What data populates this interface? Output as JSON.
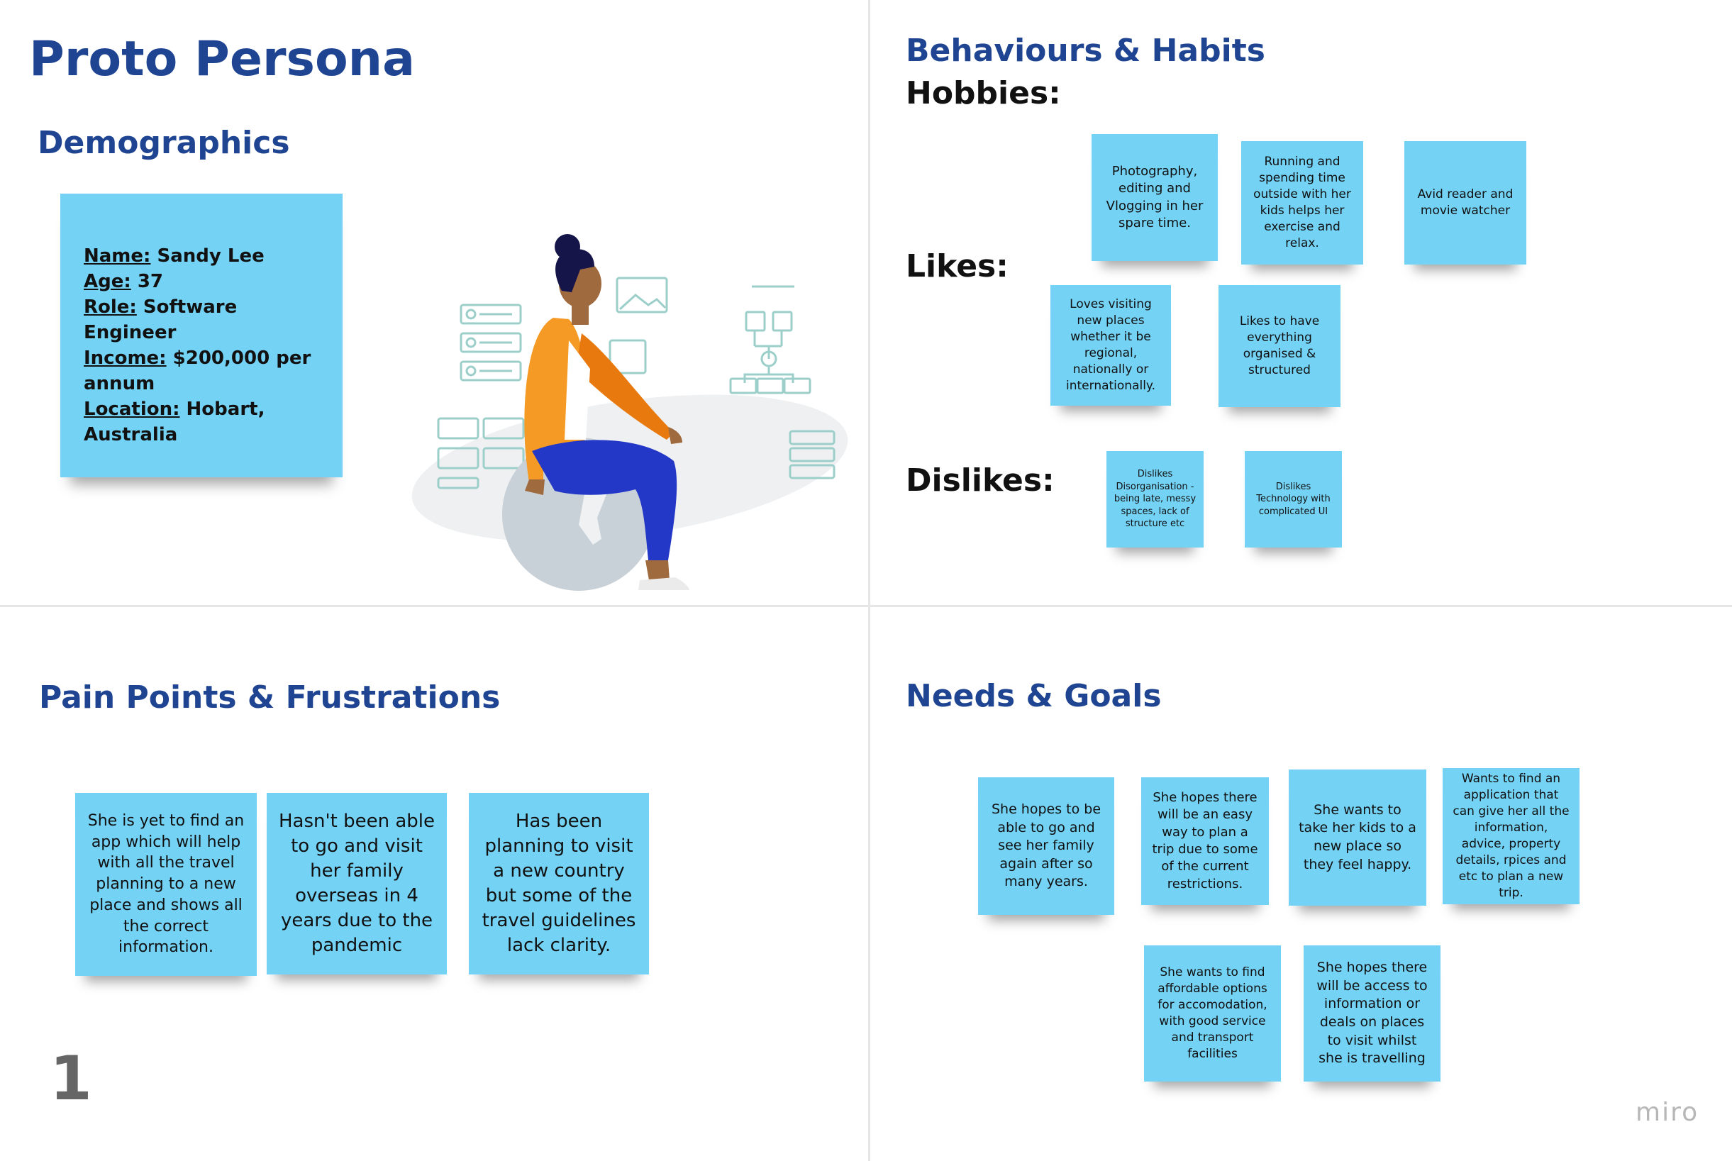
{
  "colors": {
    "title": "#1f4592",
    "sticky": "#74d2f5",
    "divider": "#e6e6e6"
  },
  "title": "Proto Persona",
  "demographics": {
    "heading": "Demographics",
    "fields": [
      {
        "key": "Name:",
        "value": " Sandy Lee"
      },
      {
        "key": "Age:",
        "value": " 37"
      },
      {
        "key": "Role:",
        "value": " Software Engineer"
      },
      {
        "key": "Income:",
        "value": " $200,000 per annum"
      },
      {
        "key": "Location:",
        "value": " Hobart, Australia"
      }
    ]
  },
  "behaviours": {
    "heading": "Behaviours & Habits",
    "hobbies_label": "Hobbies:",
    "likes_label": "Likes:",
    "dislikes_label": "Dislikes:",
    "hobbies": [
      "Photography, editing and Vlogging in her spare time.",
      "Running and spending time outside with her kids helps her exercise and relax.",
      "Avid reader and movie watcher"
    ],
    "likes": [
      "Loves visiting new places whether it be regional, nationally or internationally.",
      "Likes to have everything organised & structured"
    ],
    "dislikes": [
      "Dislikes Disorganisation - being late, messy spaces, lack of structure etc",
      "Dislikes Technology with complicated UI"
    ]
  },
  "pain_points": {
    "heading": "Pain Points & Frustrations",
    "notes": [
      "She is yet to find an app which will help with all the travel planning to a new place and shows all the correct information.",
      "Hasn't been able to go and visit her family overseas in 4 years due to the pandemic",
      "Has been planning to visit a new country but some of the travel guidelines lack clarity."
    ]
  },
  "needs_goals": {
    "heading": "Needs & Goals",
    "notes": [
      "She hopes to be able to go and see her family again after so many years.",
      "She hopes there will be an easy way to plan a trip due to some of the current restrictions.",
      "She wants to take her kids to a new place so they feel happy.",
      "Wants to find an application that can give her all the information, advice, property details, rpices and etc to plan a new trip.",
      "She wants to find affordable options for accomodation, with good service and transport facilities",
      "She hopes there will be access to information or deals on places to visit whilst she is travelling"
    ]
  },
  "page_number": "1",
  "brand": "miro"
}
